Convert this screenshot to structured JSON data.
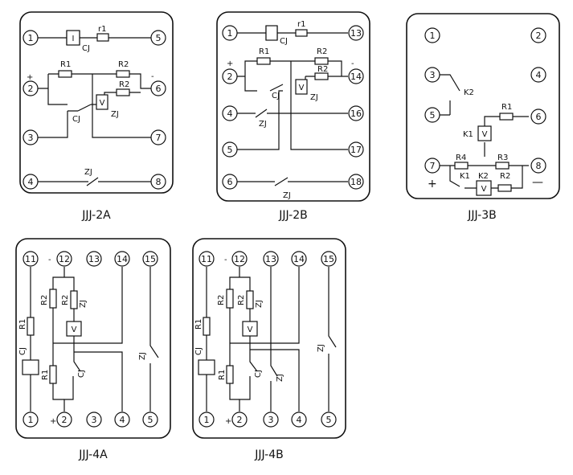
{
  "diagrams": {
    "jjj2a": {
      "caption": "JJJ-2A",
      "terminals": [
        "1",
        "2",
        "3",
        "4",
        "5",
        "6",
        "7",
        "8"
      ],
      "labels": {
        "cj_coil_tag": "I",
        "cj_coil": "CJ",
        "r1": "r1",
        "r1b": "R1",
        "r2a": "R2",
        "r2b": "R2",
        "zj_relay_tag": "V",
        "zj_relay": "ZJ",
        "cj_contact": "CJ",
        "zj_contact": "ZJ",
        "plus": "+",
        "minus": "-"
      }
    },
    "jjj2b": {
      "caption": "JJJ-2B",
      "terminals": [
        "1",
        "2",
        "4",
        "5",
        "6",
        "13",
        "14",
        "16",
        "17",
        "18"
      ],
      "labels": {
        "cj_coil": "CJ",
        "r1": "r1",
        "r1b": "R1",
        "r2a": "R2",
        "r2b": "R2",
        "zj_relay_tag": "V",
        "zj_relay": "ZJ",
        "cj_contact": "CJ",
        "zj_contact1": "ZJ",
        "zj_contact2": "ZJ",
        "plus": "+",
        "minus": "-"
      }
    },
    "jjj3b": {
      "caption": "JJJ-3B",
      "terminals": [
        "1",
        "2",
        "3",
        "4",
        "5",
        "6",
        "7",
        "8"
      ],
      "labels": {
        "k2_contact": "K2",
        "r1": "R1",
        "k1_relay": "K1",
        "k1_relay_tag": "V",
        "r4": "R4",
        "r3": "R3",
        "k1_contact": "K1",
        "k2_relay": "K2",
        "k2_relay_tag": "V",
        "r2": "R2",
        "plus": "+",
        "minus": "—"
      }
    },
    "jjj4a": {
      "caption": "JJJ-4A",
      "terminals": [
        "11",
        "12",
        "13",
        "14",
        "15",
        "1",
        "2",
        "3",
        "4",
        "5"
      ],
      "labels": {
        "r1a": "R1",
        "cj_coil": "CJ",
        "r2a": "R2",
        "r2b": "R2",
        "zj_relay": "ZJ",
        "zj_relay_tag": "V",
        "r1b": "R1",
        "cj_contact": "CJ",
        "zj_contact": "ZJ",
        "plus": "+",
        "minus": "-"
      }
    },
    "jjj4b": {
      "caption": "JJJ-4B",
      "terminals": [
        "11",
        "12",
        "13",
        "14",
        "15",
        "1",
        "2",
        "3",
        "4",
        "5"
      ],
      "labels": {
        "r1a": "R1",
        "cj_coil": "CJ",
        "r2a": "R2",
        "r2b": "R2",
        "zj_relay": "ZJ",
        "zj_relay_tag": "V",
        "r1b": "R1",
        "cj_contact": "CJ",
        "zj_contact1": "ZJ",
        "zj_contact2": "ZJ",
        "plus": "+",
        "minus": "-"
      }
    }
  }
}
